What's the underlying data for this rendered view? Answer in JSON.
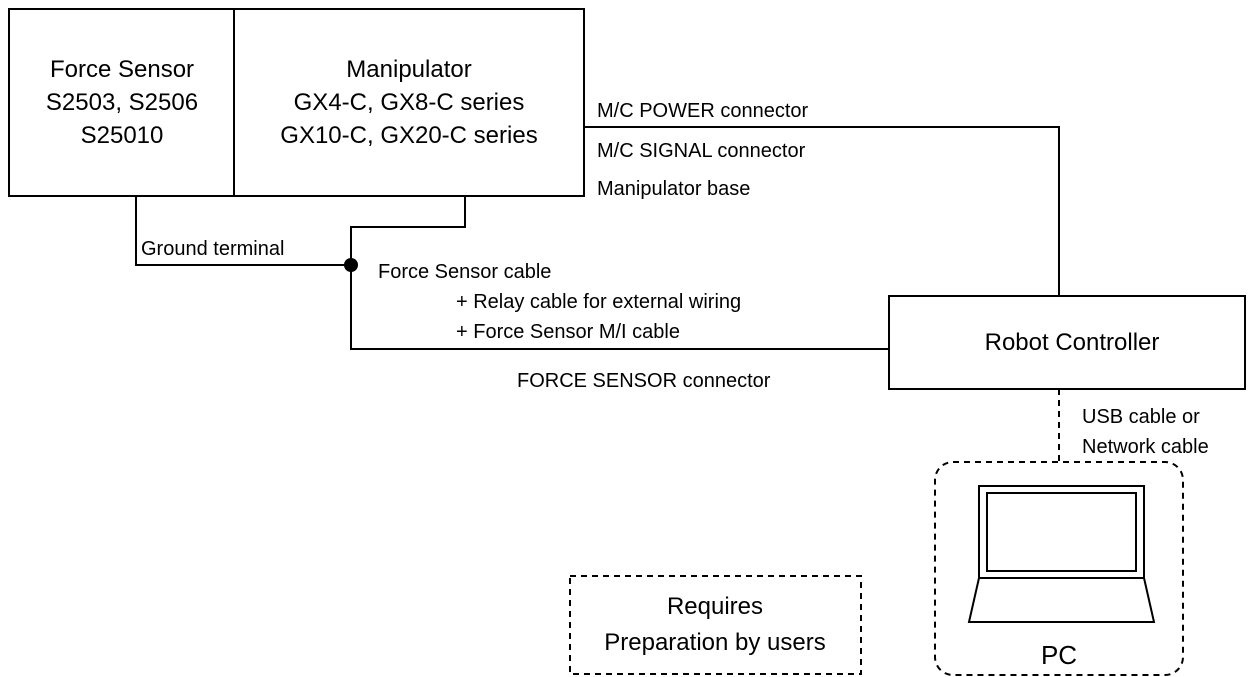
{
  "force_sensor": {
    "lines": [
      "Force Sensor",
      "S2503, S2506",
      "S25010"
    ]
  },
  "manipulator": {
    "lines": [
      "Manipulator",
      "GX4-C, GX8-C series",
      "GX10-C, GX20-C series"
    ]
  },
  "manipulator_connections": {
    "power": "M/C POWER connector",
    "signal": "M/C SIGNAL connector",
    "base": "Manipulator base"
  },
  "ground_terminal": "Ground terminal",
  "force_cable": {
    "lines": [
      "Force Sensor cable",
      "+ Relay cable for external wiring",
      "+ Force Sensor M/I cable"
    ]
  },
  "force_connector": "FORCE SENSOR connector",
  "robot_controller": "Robot Controller",
  "pc_cable": {
    "lines": [
      "USB cable or",
      "Network cable"
    ]
  },
  "pc": "PC",
  "legend": {
    "lines": [
      "Requires",
      "Preparation by users"
    ]
  }
}
